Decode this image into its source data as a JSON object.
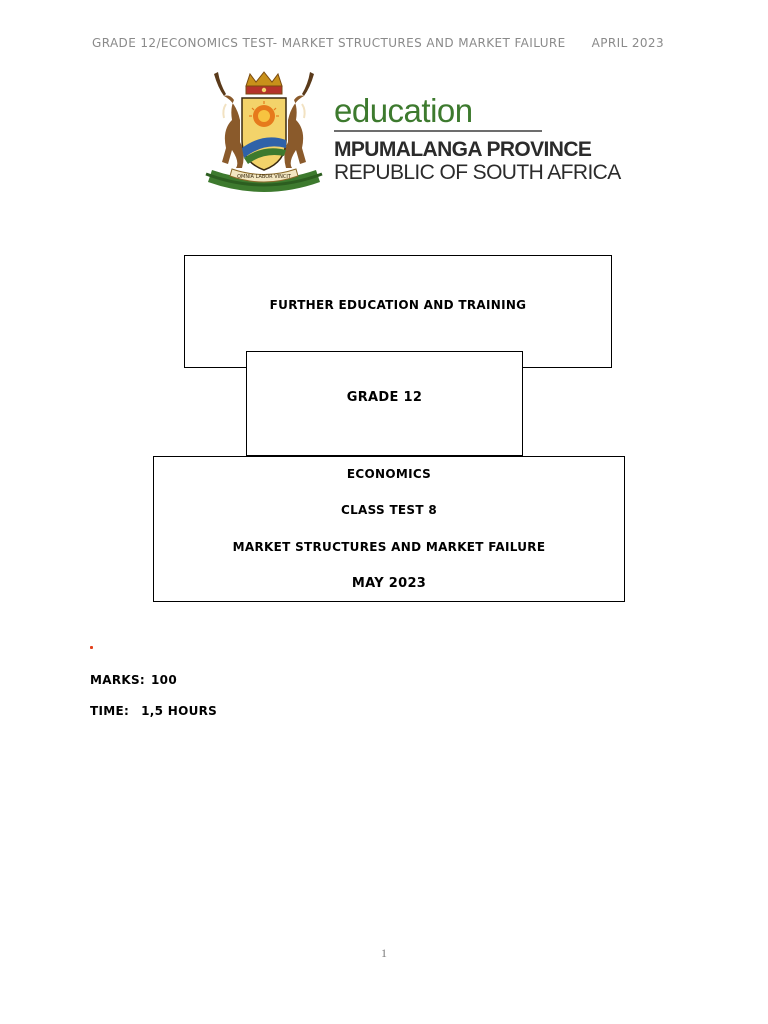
{
  "header": {
    "title": "GRADE 12/ECONOMICS TEST- MARKET STRUCTURES AND MARKET FAILURE",
    "date": "APRIL 2023"
  },
  "logo": {
    "motto": "OMNIA LABOR VINCIT",
    "word": "education",
    "line1": "MPUMALANGA PROVINCE",
    "line2": "REPUBLIC OF SOUTH AFRICA",
    "colors": {
      "green": "#3d7a2e",
      "gold": "#d9a21b",
      "blue": "#2f62a8",
      "antelope": "#8a5a2b",
      "red": "#b5322a"
    }
  },
  "cover": {
    "fet": "FURTHER EDUCATION AND TRAINING",
    "grade": "GRADE 12",
    "subject": "ECONOMICS",
    "test": "CLASS TEST 8",
    "topic": "MARKET STRUCTURES AND MARKET FAILURE",
    "date": "MAY 2023"
  },
  "details": {
    "marks_label": "MARKS:",
    "marks_value": "100",
    "time_label": "TIME:",
    "time_value": "1,5 HOURS"
  },
  "footer": {
    "page_number": "1"
  }
}
